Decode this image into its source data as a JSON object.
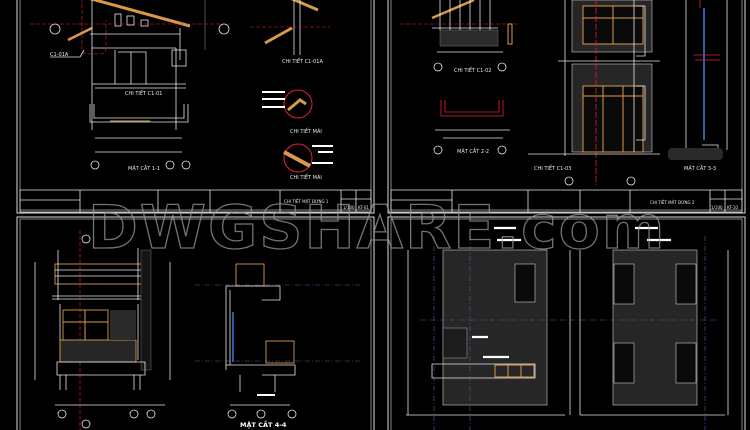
{
  "sheets": [
    {
      "labels": {
        "tag": "C1-01A",
        "detail_c101": "CHI TIẾT C1-01",
        "section_11": "MẶT CẮT 1-1",
        "detail_c101a": "CHI TIẾT C1-01A",
        "roof_detail_1": "CHI TIẾT MÁI",
        "roof_detail_2": "CHI TIẾT MÁI"
      },
      "title_block": {
        "title": "CHI TIẾT MẶT ĐỨNG 1",
        "scale": "1/100",
        "sheet_no": "KT-01"
      }
    },
    {
      "labels": {
        "detail_c102": "CHI TIẾT C1-02",
        "section_22": "MẶT CẮT 2-2",
        "detail_c103": "CHI TIẾT C1-03",
        "section_33": "MẶT CẮT 3-3"
      },
      "title_block": {
        "title": "CHI TIẾT MẶT ĐỨNG 2",
        "scale": "1/100",
        "sheet_no": "KT-10"
      }
    },
    {
      "labels": {
        "section_44": "MẶT CẮT 4-4"
      }
    },
    {
      "labels": {}
    }
  ],
  "watermark": "DWGSHARE.com",
  "colors": {
    "background": "#000000",
    "lines": "#e6e6e6",
    "axis": "#e0203a",
    "wood": "#d89a4a",
    "glass": "#3a7de0"
  }
}
